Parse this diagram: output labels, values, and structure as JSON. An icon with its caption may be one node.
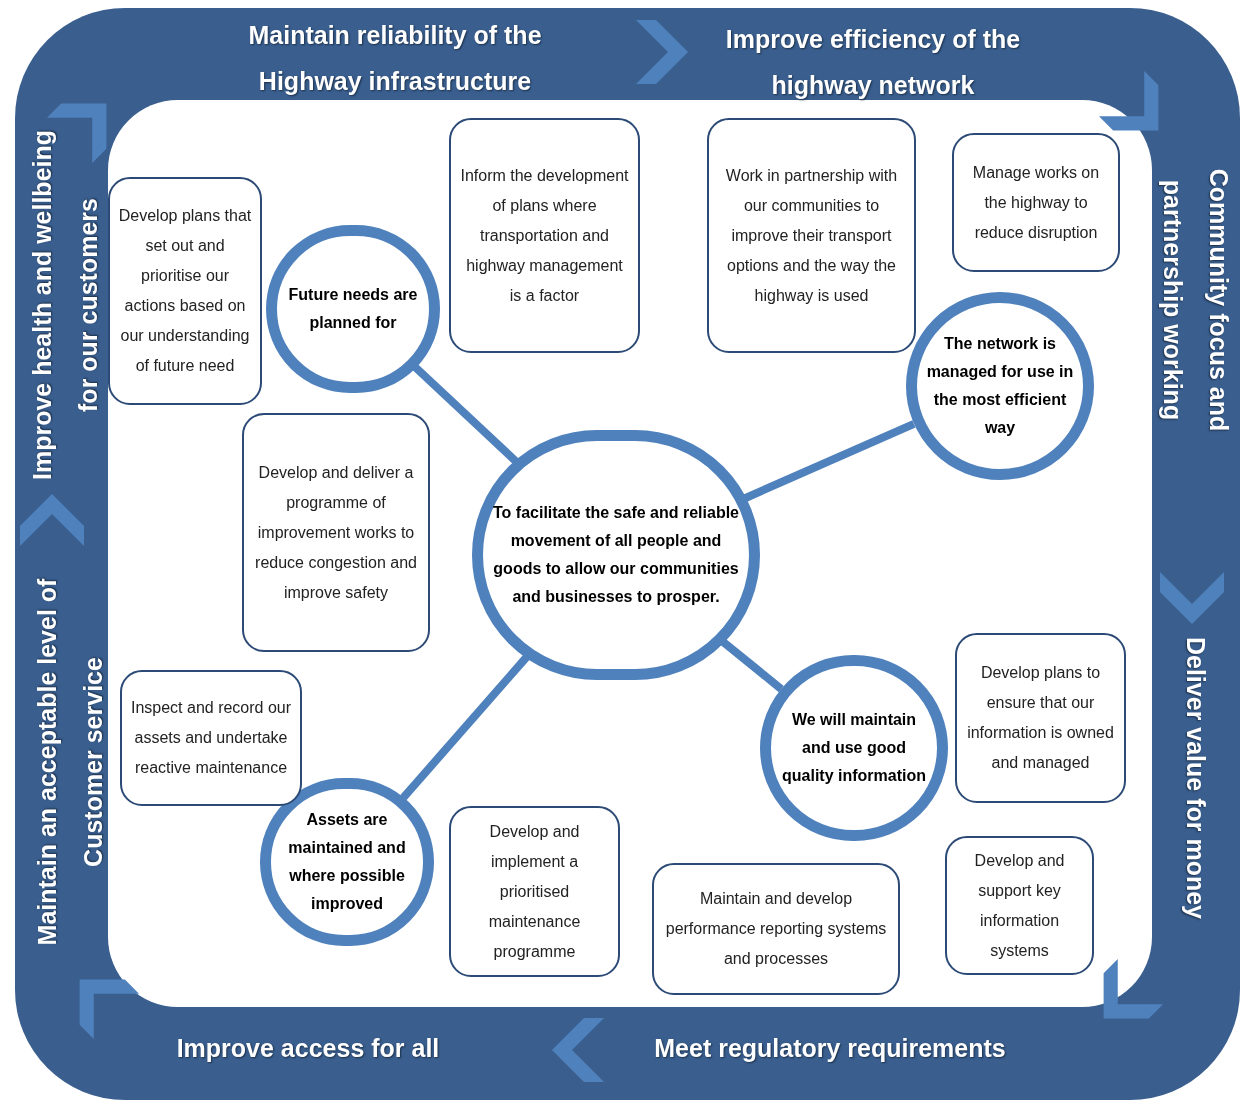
{
  "diagram": {
    "nodes": [
      {
        "text": [
          "To facilitate the safe and reliable movement of all people and goods to allow our communities and businesses to prosper."
        ]
      },
      {
        "text": [
          "Future needs are planned for"
        ]
      },
      {
        "text": [
          "The network is managed for use in the most efficient way"
        ]
      },
      {
        "text": [
          "We will maintain and use good quality information"
        ]
      },
      {
        "text": [
          "Assets are maintained and where possible improved"
        ]
      },
      {
        "text": [
          "Develop plans that set out and prioritise our actions based on our understanding of future need"
        ]
      },
      {
        "text": [
          "Inform the development of plans where transportation and highway management is a factor"
        ]
      },
      {
        "text": [
          "Work in partnership with our communities to improve their transport options and the way the highway is used"
        ]
      },
      {
        "text": [
          "Manage works on the highway to reduce disruption"
        ]
      },
      {
        "text": [
          "Develop and deliver a programme of improvement works to reduce congestion and improve safety"
        ]
      },
      {
        "text": [
          "Inspect and record our assets and undertake reactive maintenance"
        ]
      },
      {
        "text": [
          "Develop and implement a prioritised maintenance programme"
        ]
      },
      {
        "text": [
          "Maintain and develop performance reporting systems and processes"
        ]
      },
      {
        "text": [
          "Develop plans to ensure that our information is owned and managed"
        ]
      },
      {
        "text": [
          "Develop and support key information systems"
        ]
      }
    ],
    "edges": [
      {
        "from": 0,
        "to": 1,
        "arrow": "none"
      },
      {
        "from": 0,
        "to": 2,
        "arrow": "none"
      },
      {
        "from": 0,
        "to": 3,
        "arrow": "none"
      },
      {
        "from": 0,
        "to": 4,
        "arrow": "none"
      }
    ],
    "labels": [
      "Maintain reliability of the Highway infrastructure",
      "Improve efficiency of the highway network",
      "Improve health and wellbeing for our customers",
      "Community focus and partnership working",
      "Maintain an acceptable level of Customer service",
      "Deliver value for money",
      "Improve access for all",
      "Meet regulatory requirements"
    ]
  }
}
